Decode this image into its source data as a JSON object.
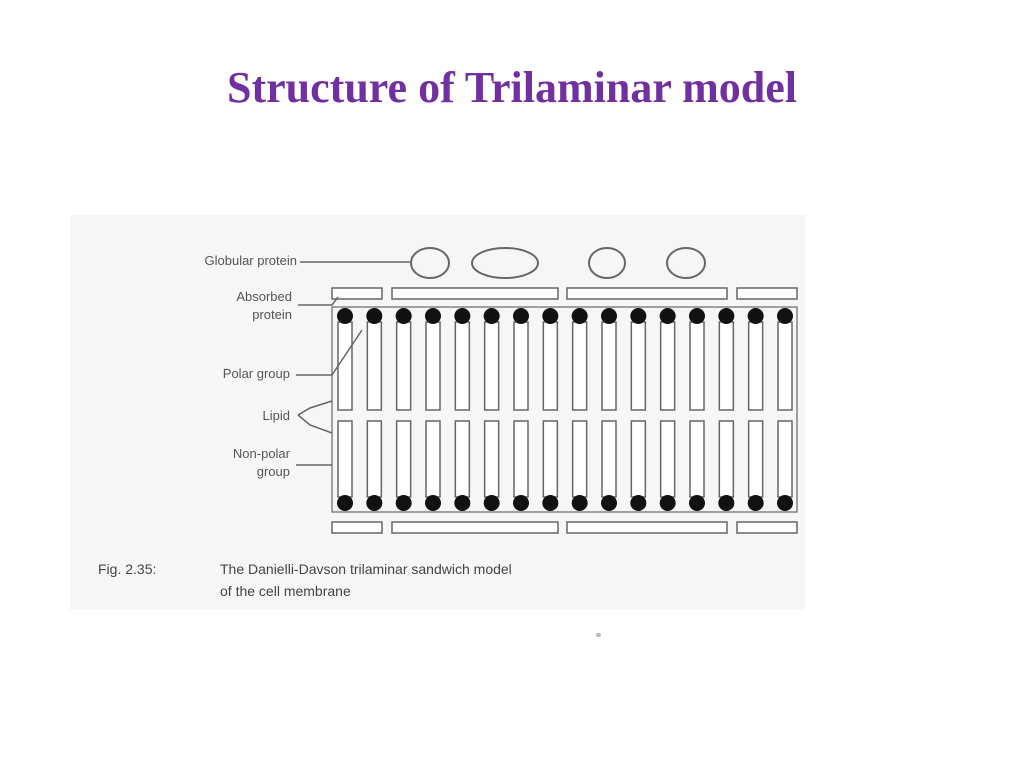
{
  "slide": {
    "title": "Structure of Trilaminar model"
  },
  "figure": {
    "labels": {
      "globular_protein": "Globular protein",
      "absorbed_protein": [
        "Absorbed",
        "protein"
      ],
      "polar_group": "Polar group",
      "lipid": "Lipid",
      "non_polar_group": [
        "Non-polar",
        "group"
      ]
    },
    "caption": {
      "number": "Fig. 2.35:",
      "line1": "The Danielli-Davson trilaminar sandwich model",
      "line2": "of the cell membrane"
    },
    "colors": {
      "line": "#666666",
      "head": "#111111",
      "background": "#f7f6f7"
    }
  }
}
